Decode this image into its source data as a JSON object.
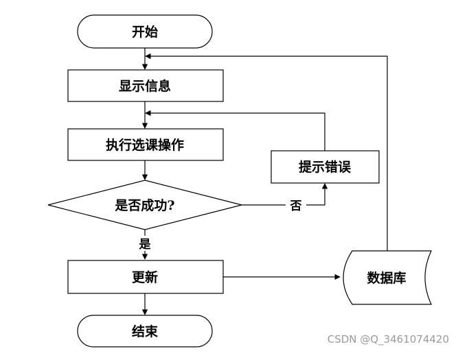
{
  "nodes": {
    "start": "开始",
    "show_info": "显示信息",
    "do_select": "执行选课操作",
    "decision": "是否成功?",
    "error": "提示错误",
    "update": "更新",
    "database": "数据库",
    "end": "结束"
  },
  "edges": {
    "yes": "是",
    "no": "否"
  },
  "watermark": "CSDN @Q_3461074420"
}
